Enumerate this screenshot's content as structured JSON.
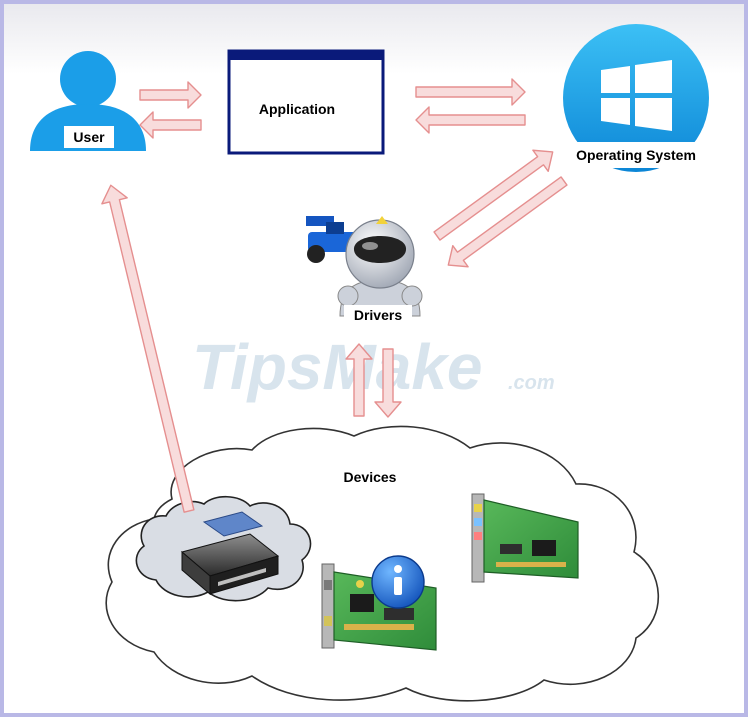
{
  "nodes": {
    "user": "User",
    "application": "Application",
    "os": "Operating System",
    "drivers": "Drivers",
    "devices": "Devices"
  },
  "watermark": {
    "main": "TipsMake",
    "suffix": ".com"
  },
  "colors": {
    "frame": "#b9b8e6",
    "arrow_fill": "#f8dcdc",
    "arrow_stroke": "#e58f8f",
    "person_blue": "#1b9ee8",
    "app_border": "#0a1a7a",
    "os_blue": "#1aa3e8",
    "watermark": "#b9cfe0"
  },
  "icons": {
    "user": "user-icon",
    "os": "windows-logo-icon",
    "drivers": "driver-robot-icon",
    "printer": "printer-icon",
    "card1": "sound-card-icon",
    "card2": "network-card-icon",
    "info": "info-badge-icon"
  }
}
